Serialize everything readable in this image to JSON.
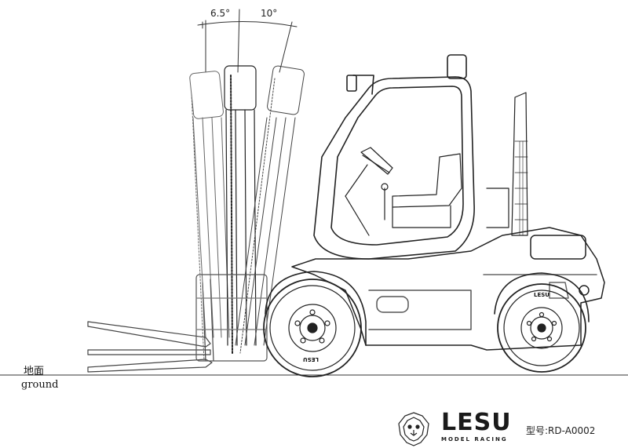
{
  "tilt_angles": {
    "back": "6.5°",
    "forward": "10°"
  },
  "ground": {
    "label_cn": "地面",
    "label_en": "ground"
  },
  "wheel_text": {
    "front_tire": "LESU",
    "rear_tire": "LESU"
  },
  "brand": {
    "name": "LESU",
    "subtitle": "MODEL RACING",
    "model_label": "型号:",
    "model_code": "RD-A0002"
  },
  "icons": {
    "logo": "lion-head-icon"
  }
}
